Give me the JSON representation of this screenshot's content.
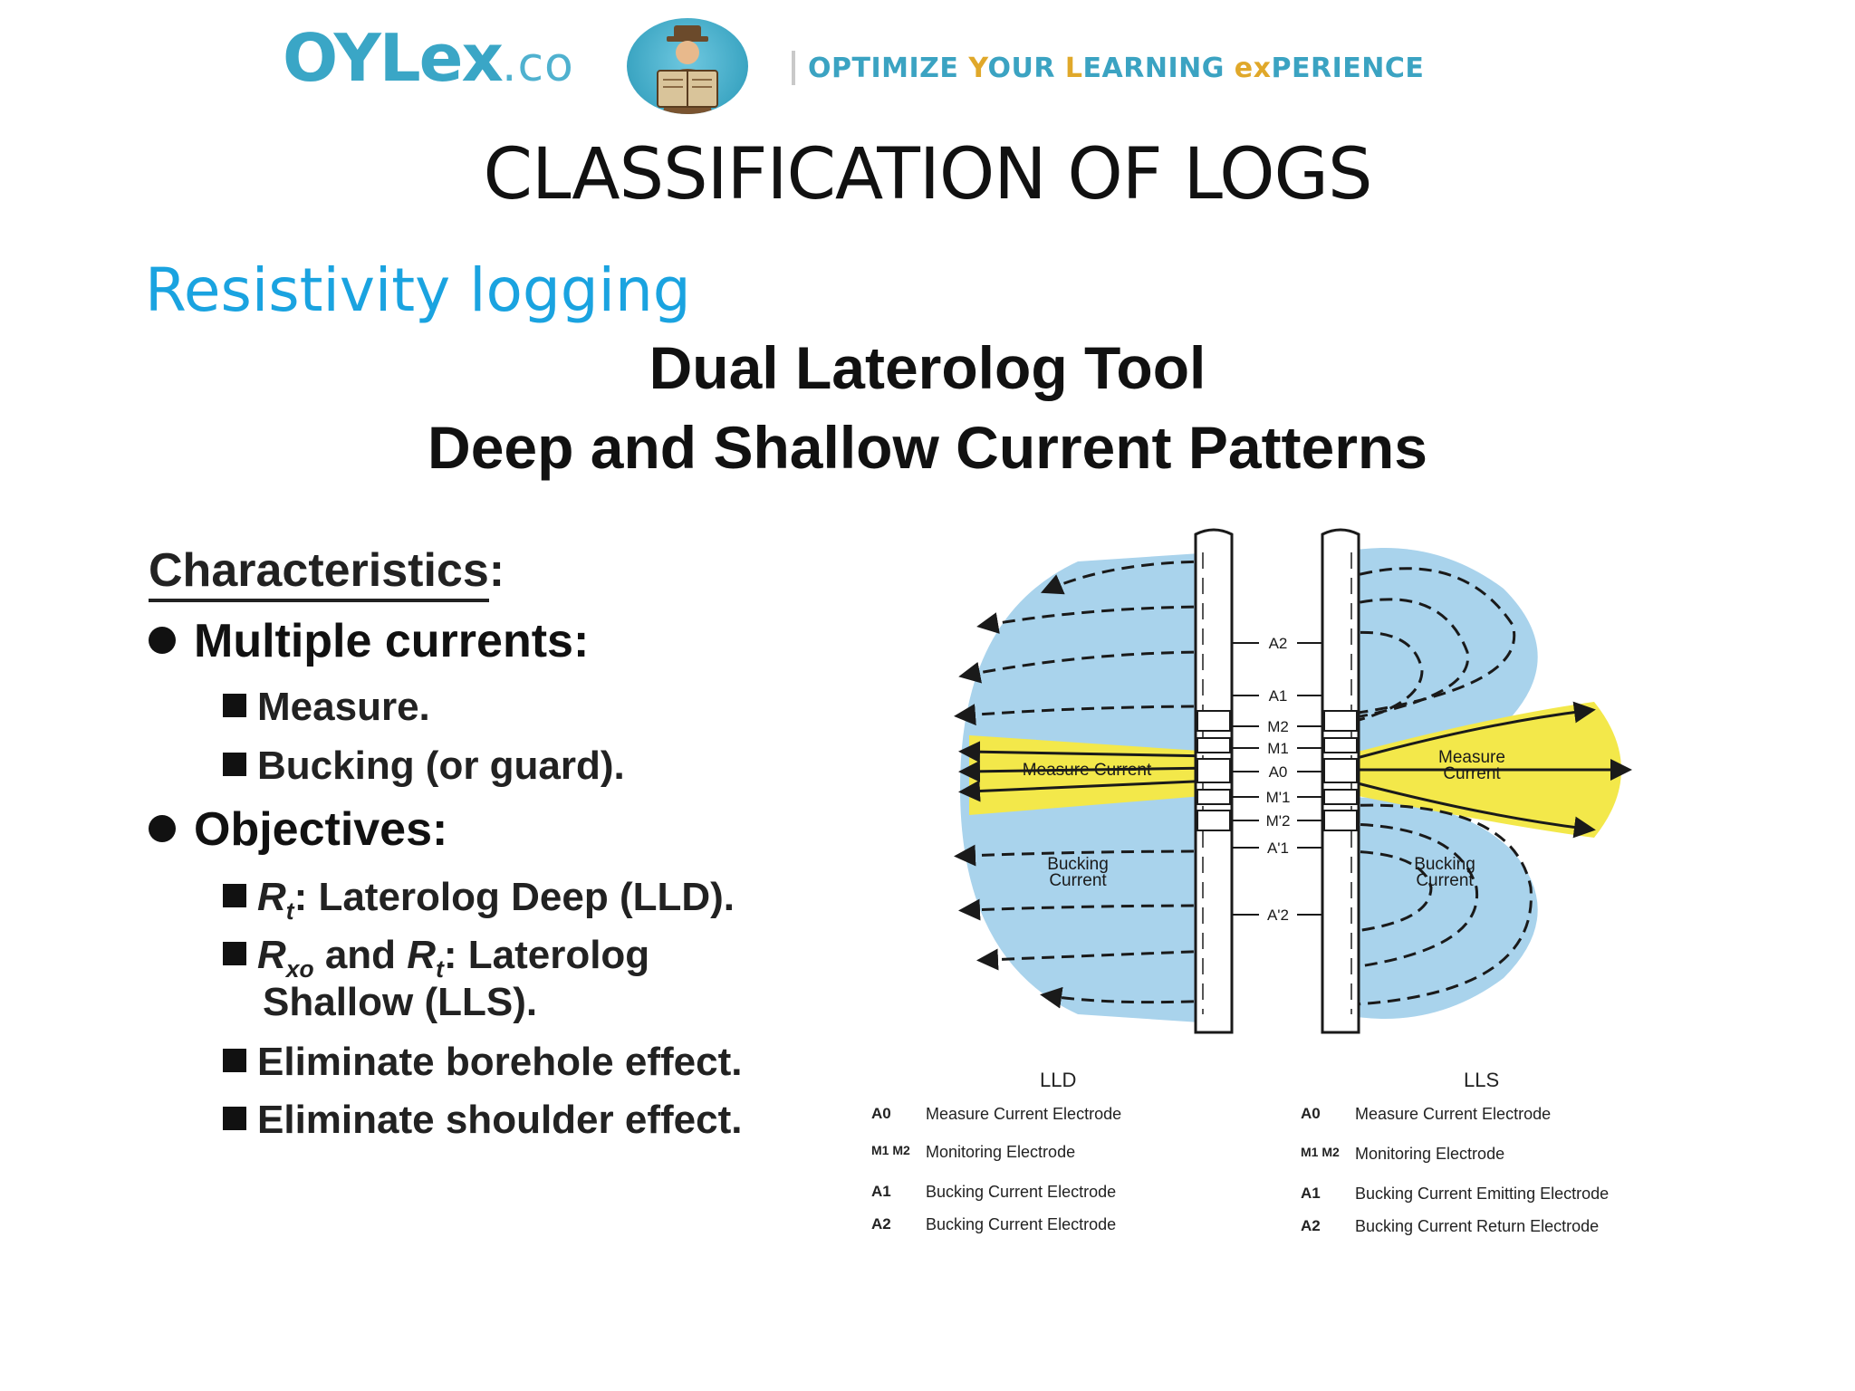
{
  "header": {
    "brand_main": "OYLex",
    "brand_suffix": ".co",
    "tagline_parts": [
      "OPTIMIZE ",
      "Y",
      "OUR ",
      "L",
      "EARNING ",
      "ex",
      "PERIENCE"
    ]
  },
  "slide": {
    "title": "CLASSIFICATION OF LOGS",
    "section": "Resistivity logging"
  },
  "figure": {
    "title_line1": "Dual Laterolog Tool",
    "title_line2": "Deep and Shallow Current Patterns"
  },
  "characteristics": {
    "heading": "Characteristics",
    "heading_colon": ":",
    "groups": [
      {
        "label": "Multiple currents:",
        "items": [
          "Measure.",
          "Bucking (or guard)."
        ]
      },
      {
        "label": "Objectives:",
        "items": [
          {
            "sym": "R",
            "sub": "t",
            "text": ": Laterolog Deep (LLD)."
          },
          {
            "sym1": "R",
            "sub1": "xo",
            "mid": " and ",
            "sym2": "R",
            "sub2": "t",
            "text": ": Laterolog",
            "text2": "Shallow (LLS)."
          },
          {
            "text": "Eliminate borehole effect."
          },
          {
            "text": "Eliminate shoulder effect."
          }
        ]
      }
    ]
  },
  "diagram": {
    "left_labels": {
      "measure": "Measure Current",
      "bucking_1": "Bucking",
      "bucking_2": "Current"
    },
    "right_labels": {
      "measure_1": "Measure",
      "measure_2": "Current",
      "bucking_1": "Bucking",
      "bucking_2": "Current"
    },
    "electrodes": [
      "A2",
      "A1",
      "M2",
      "M1",
      "A0",
      "M'1",
      "M'2",
      "A'1",
      "A'2"
    ],
    "colors": {
      "bucking": "#a9d3ec",
      "measure": "#f3e84a",
      "tool": "#ffffff",
      "lines": "#1a1a1a"
    }
  },
  "legend": {
    "lld": {
      "title": "LLD",
      "rows": [
        {
          "sym": "A0",
          "desc": "Measure Current Electrode"
        },
        {
          "sym": "M1 M2",
          "desc": "Monitoring Electrode"
        },
        {
          "sym": "A1",
          "desc": "Bucking Current Electrode"
        },
        {
          "sym": "A2",
          "desc": "Bucking Current Electrode"
        }
      ]
    },
    "lls": {
      "title": "LLS",
      "rows": [
        {
          "sym": "A0",
          "desc": "Measure Current Electrode"
        },
        {
          "sym": "M1 M2",
          "desc": "Monitoring Electrode"
        },
        {
          "sym": "A1",
          "desc": "Bucking Current Emitting Electrode"
        },
        {
          "sym": "A2",
          "desc": "Bucking Current Return Electrode"
        }
      ]
    }
  }
}
